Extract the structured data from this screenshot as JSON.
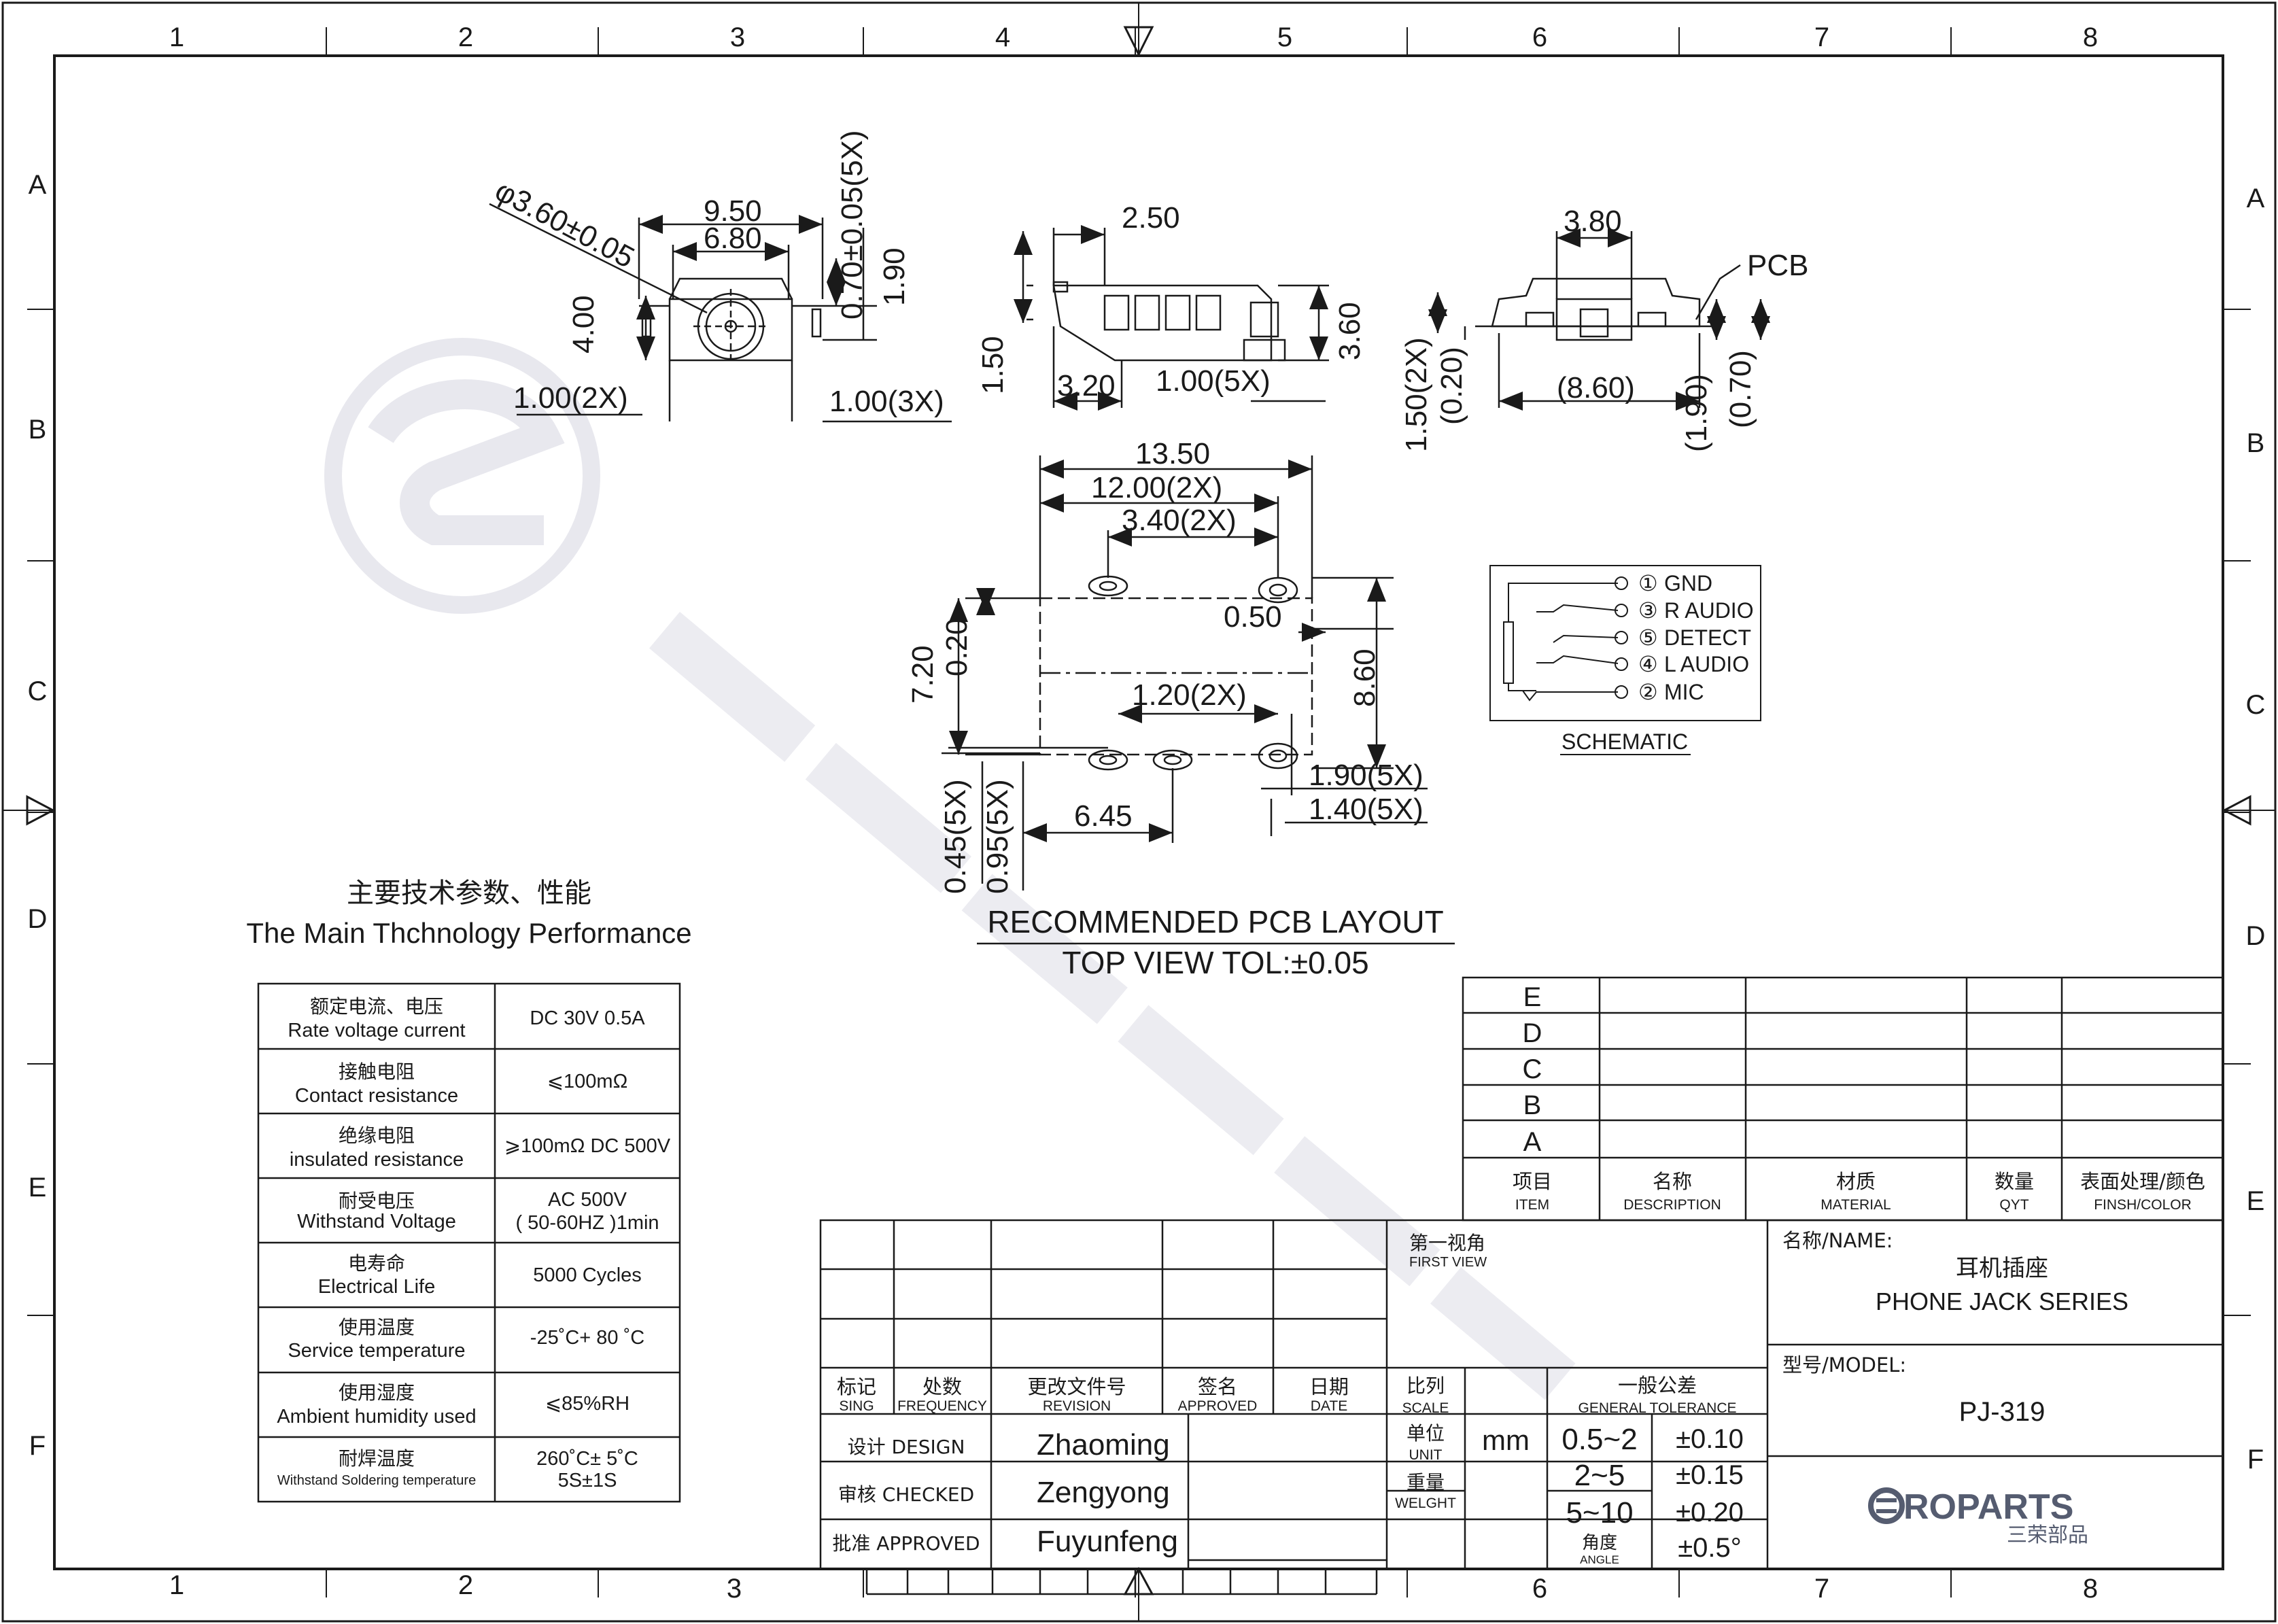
{
  "grid": {
    "cols": [
      "1",
      "2",
      "3",
      "4",
      "5",
      "6",
      "7",
      "8"
    ],
    "rows": [
      "A",
      "B",
      "C",
      "D",
      "E",
      "F"
    ]
  },
  "views": {
    "front": {
      "phi": "φ3.60±0.05",
      "w1": "9.50",
      "w2": "6.80",
      "v1": "0.70±0.05(5X)",
      "h1": "1.90",
      "h2": "4.00",
      "b1": "1.00(2X)",
      "b2": "1.00(3X)"
    },
    "side": {
      "t1": "2.50",
      "h1": "1.50",
      "b1": "3.20",
      "b2": "1.00(5X)",
      "h2": "3.60"
    },
    "end": {
      "t1": "3.80",
      "pcb": "PCB",
      "v1": "1.50(2X)",
      "v2": "(0.20)",
      "w1": "(8.60)",
      "v3": "(1.90)",
      "v4": "(0.70)"
    },
    "pcb": {
      "w1": "13.50",
      "w2": "12.00(2X)",
      "w3": "3.40(2X)",
      "d1": "0.50",
      "v1": "7.20",
      "v2": "0.20",
      "d2": "1.20(2X)",
      "v3": "8.60",
      "d3": "1.90(5X)",
      "d4": "1.40(5X)",
      "v4": "0.45(5X)",
      "v5": "0.95(5X)",
      "w4": "6.45",
      "caption1": "RECOMMENDED PCB LAYOUT",
      "caption2": "TOP VIEW TOL:±0.05"
    }
  },
  "schematic": {
    "pins": [
      {
        "num": "①",
        "name": "GND"
      },
      {
        "num": "③",
        "name": "R AUDIO"
      },
      {
        "num": "⑤",
        "name": "DETECT"
      },
      {
        "num": "④",
        "name": "L AUDIO"
      },
      {
        "num": "②",
        "name": "MIC"
      }
    ],
    "caption": "SCHEMATIC"
  },
  "spec": {
    "title_cn": "主要技术参数、性能",
    "title_en": "The Main Thchnology Performance",
    "rows": [
      {
        "cn": "额定电流、电压",
        "en": "Rate voltage current",
        "v1": "DC 30V   0.5A",
        "v2": ""
      },
      {
        "cn": "接触电阻",
        "en": "Contact resistance",
        "v1": "⩽100mΩ",
        "v2": ""
      },
      {
        "cn": "绝缘电阻",
        "en": "insulated resistance",
        "v1": "⩾100mΩ DC 500V",
        "v2": ""
      },
      {
        "cn": "耐受电压",
        "en": "Withstand Voltage",
        "v1": "AC 500V",
        "v2": "( 50-60HZ )1min"
      },
      {
        "cn": "电寿命",
        "en": "Electrical Life",
        "v1": "5000 Cycles",
        "v2": ""
      },
      {
        "cn": "使用温度",
        "en": "Service temperature",
        "v1": "-25˚C+ 80 ˚C",
        "v2": ""
      },
      {
        "cn": "使用湿度",
        "en": "Ambient humidity used",
        "v1": "⩽85%RH",
        "v2": ""
      },
      {
        "cn": "耐焊温度",
        "en": "Withstand Soldering temperature",
        "v1": "260˚C± 5˚C",
        "v2": "5S±1S"
      }
    ]
  },
  "bom": {
    "rows": [
      "E",
      "D",
      "C",
      "B",
      "A"
    ],
    "headers": [
      {
        "cn": "项目",
        "en": "ITEM"
      },
      {
        "cn": "名称",
        "en": "DESCRIPTION"
      },
      {
        "cn": "材质",
        "en": "MATERIAL"
      },
      {
        "cn": "数量",
        "en": "QYT"
      },
      {
        "cn": "表面处理/颜色",
        "en": "FINSH/COLOR"
      }
    ]
  },
  "revision": {
    "headers": [
      {
        "cn": "标记",
        "en": "SING"
      },
      {
        "cn": "处数",
        "en": "FREQUENCY"
      },
      {
        "cn": "更改文件号",
        "en": "REVISION"
      },
      {
        "cn": "签名",
        "en": "APPROVED"
      },
      {
        "cn": "日期",
        "en": "DATE"
      }
    ],
    "people": [
      {
        "role": "设计 DESIGN",
        "name": "Zhaoming"
      },
      {
        "role": "审核 CHECKED",
        "name": "Zengyong"
      },
      {
        "role": "批准 APPROVED",
        "name": "Fuyunfeng"
      }
    ]
  },
  "title_block": {
    "first_view_cn": "第一视角",
    "first_view_en": "FIRST VIEW",
    "scale_cn": "比列",
    "scale_en": "SCALE",
    "tol_cn": "一般公差",
    "tol_en": "GENERAL TOLERANCE",
    "unit_cn": "单位",
    "unit_en": "UNIT",
    "unit_value": "mm",
    "weight_cn": "重量",
    "weight_en": "WELGHT",
    "tolerances": [
      {
        "range": "0.5~2",
        "tol": "±0.10"
      },
      {
        "range": "2~5",
        "tol": "±0.15"
      },
      {
        "range": "5~10",
        "tol": "±0.20"
      }
    ],
    "angle_cn": "角度",
    "angle_en": "ANGLE",
    "angle_tol": "±0.5°",
    "name_label": "名称/NAME:",
    "name_cn": "耳机插座",
    "name_en": "PHONE JACK SERIES",
    "model_label": "型号/MODEL:",
    "model": "PJ-319",
    "logo_text": "ROPARTS",
    "logo_cn": "三荣部品"
  },
  "colors": {
    "line": "#1a1a1a",
    "watermark": "#e6e6ec",
    "paper": "#ffffff"
  }
}
